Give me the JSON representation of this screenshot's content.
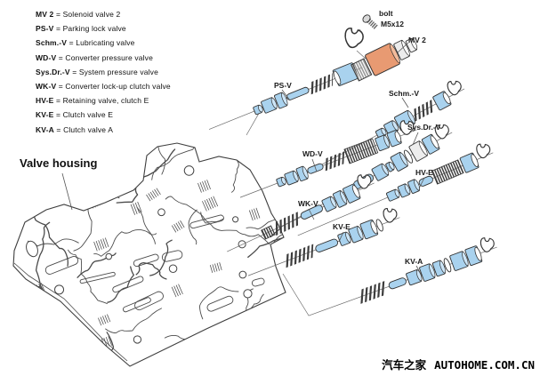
{
  "legend": {
    "sep": " = ",
    "items": [
      {
        "abbr": "MV 2",
        "desc": "Solenoid valve 2"
      },
      {
        "abbr": "PS-V",
        "desc": "Parking lock valve"
      },
      {
        "abbr": "Schm.-V",
        "desc": "Lubricating valve"
      },
      {
        "abbr": "WD-V",
        "desc": "Converter pressure valve"
      },
      {
        "abbr": "Sys.Dr.-V",
        "desc": "System pressure valve"
      },
      {
        "abbr": "WK-V",
        "desc": "Converter lock-up clutch valve"
      },
      {
        "abbr": "HV-E",
        "desc": "Retaining valve, clutch E"
      },
      {
        "abbr": "KV-E",
        "desc": "Clutch valve E"
      },
      {
        "abbr": "KV-A",
        "desc": "Clutch valve A"
      }
    ]
  },
  "diagram": {
    "labels": {
      "housing": "Valve housing",
      "bolt": "bolt",
      "bolt_size": "M5x12",
      "mv2": "MV 2",
      "psv": "PS-V",
      "schm": "Schm.-V",
      "sys": "Sys.Dr.-V",
      "wd": "WD-V",
      "hve": "HV-E",
      "wk": "WK-V",
      "kve": "KV-E",
      "kva": "KV-A"
    },
    "colors": {
      "valve_blue": "#a9d2ee",
      "valve_blue_light": "#cde6f8",
      "solenoid_orange": "#e89a72",
      "solenoid_orange_light": "#f2bb9b",
      "line_dark": "#3e3e3e",
      "guide": "#6a6a6a"
    }
  },
  "watermark": {
    "cn": "汽车之家",
    "site": "AUTOHOME.COM.CN"
  }
}
